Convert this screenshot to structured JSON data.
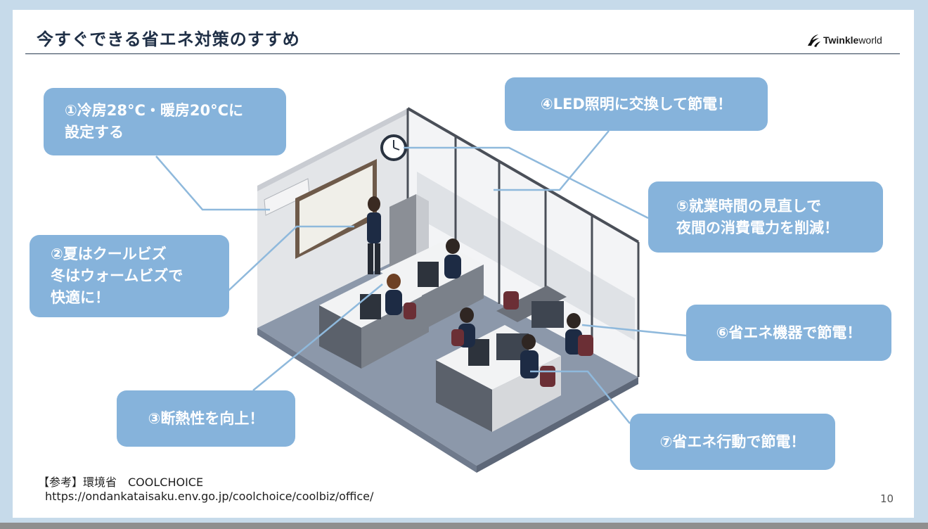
{
  "slide": {
    "title": "今すぐできる省エネ対策のすすめ",
    "logo": {
      "icon": "twinkle-swirl-icon",
      "bold_part": "Twinkle",
      "light_part": "world"
    },
    "callouts": [
      {
        "line1": "①冷房28°C・暖房20°Cに",
        "line2": "設定する"
      },
      {
        "line1": "②夏はクールビズ",
        "line2": "冬はウォームビズで",
        "line3": "快適に！"
      },
      {
        "line1": "③断熱性を向上！"
      },
      {
        "line1": "④LED照明に交換して節電！"
      },
      {
        "line1": "⑤就業時間の見直しで",
        "line2": "夜間の消費電力を削減！"
      },
      {
        "line1": "⑥省エネ機器で節電！"
      },
      {
        "line1": "⑦省エネ行動で節電！"
      }
    ],
    "reference": {
      "label": "【参考】環境省　COOLCHOICE",
      "url": "https://ondankataisaku.env.go.jp/coolchoice/coolbiz/office/"
    },
    "page_number": "10",
    "colors": {
      "callout": "#86b3db",
      "title": "#1f2f46",
      "frame": "#c6daea",
      "leader_line": "#8fb9dc"
    }
  }
}
